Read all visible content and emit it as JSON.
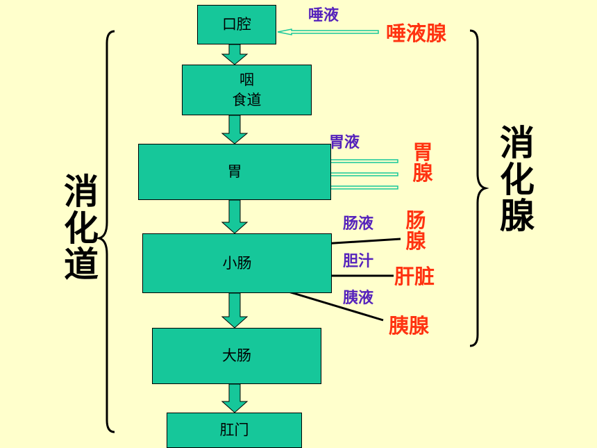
{
  "organs": {
    "mouth": "口腔",
    "pharynx": "咽",
    "esophagus": "食道",
    "stomach": "胃",
    "small_intestine": "小肠",
    "large_intestine": "大肠",
    "anus": "肛门"
  },
  "secretions": {
    "saliva": "唾液",
    "gastric_juice": "胃液",
    "intestinal_juice": "肠液",
    "bile": "胆汁",
    "pancreatic_juice": "胰液"
  },
  "glands": {
    "salivary": "唾液腺",
    "gastric": "胃腺",
    "intestinal": "肠腺",
    "liver": "肝脏",
    "pancreas": "胰腺"
  },
  "groups": {
    "digestive_tract": "消化道",
    "digestive_glands": "消化腺"
  },
  "colors": {
    "background": "#ffffcc",
    "organ_box": "#16c79a",
    "secretion_text": "#5522bb",
    "gland_text": "#ff3311"
  }
}
